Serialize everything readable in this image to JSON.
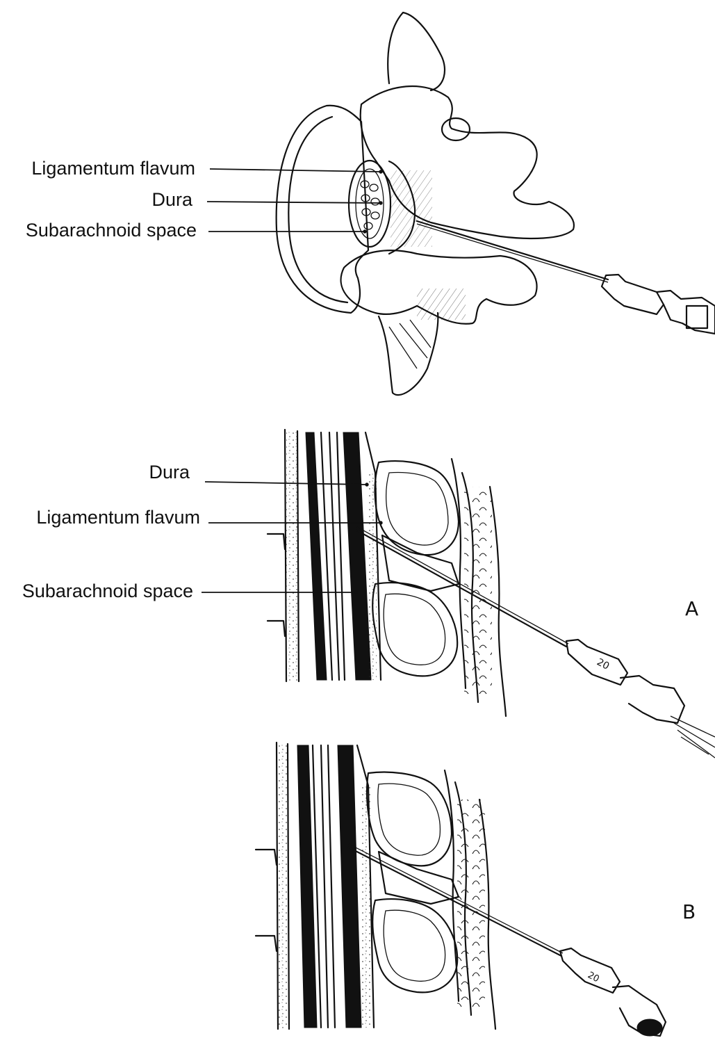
{
  "top_view": {
    "labels": {
      "ligamentum_flavum": "Ligamentum flavum",
      "dura": "Dura",
      "subarachnoid_space": "Subarachnoid space"
    }
  },
  "panel_a": {
    "letter": "A",
    "labels": {
      "dura": "Dura",
      "ligamentum_flavum": "Ligamentum flavum",
      "subarachnoid_space": "Subarachnoid space"
    },
    "needle_hub_marking": "20"
  },
  "panel_b": {
    "letter": "B",
    "needle_hub_marking": "20"
  },
  "colors": {
    "ink": "#111111",
    "background": "#ffffff"
  }
}
